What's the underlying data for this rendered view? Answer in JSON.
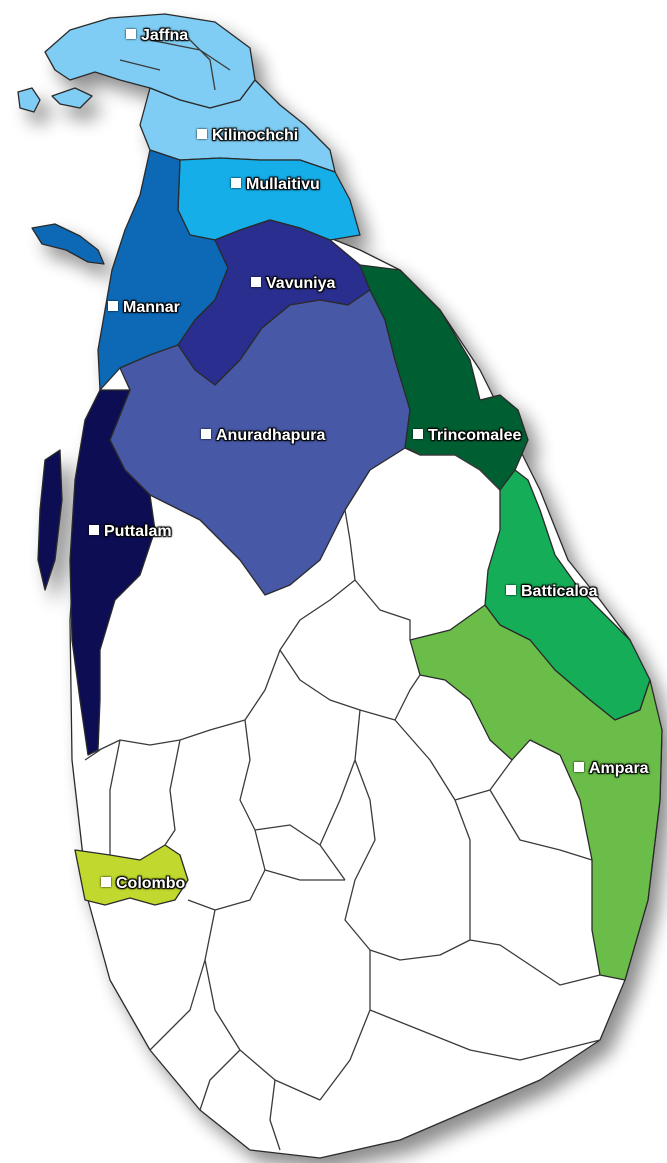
{
  "map": {
    "districts": [
      {
        "id": "jaffna",
        "label": "Jaffna",
        "color": "#7fcdf4"
      },
      {
        "id": "kilinochchi",
        "label": "Kilinochchi",
        "color": "#7fcdf4"
      },
      {
        "id": "mullaitivu",
        "label": "Mullaitivu",
        "color": "#14aee8"
      },
      {
        "id": "mannar",
        "label": "Mannar",
        "color": "#0d69b5"
      },
      {
        "id": "vavuniya",
        "label": "Vavuniya",
        "color": "#2c2e8f"
      },
      {
        "id": "anuradhapura",
        "label": "Anuradhapura",
        "color": "#4759a6"
      },
      {
        "id": "trincomalee",
        "label": "Trincomalee",
        "color": "#055e31"
      },
      {
        "id": "puttalam",
        "label": "Puttalam",
        "color": "#0e0f52"
      },
      {
        "id": "batticaloa",
        "label": "Batticaloa",
        "color": "#14ad58"
      },
      {
        "id": "ampara",
        "label": "Ampara",
        "color": "#6abd4a"
      },
      {
        "id": "colombo",
        "label": "Colombo",
        "color": "#c1d92d"
      }
    ],
    "unhighlighted_color": "#ffffff",
    "border_color": "#2b2b2b"
  }
}
